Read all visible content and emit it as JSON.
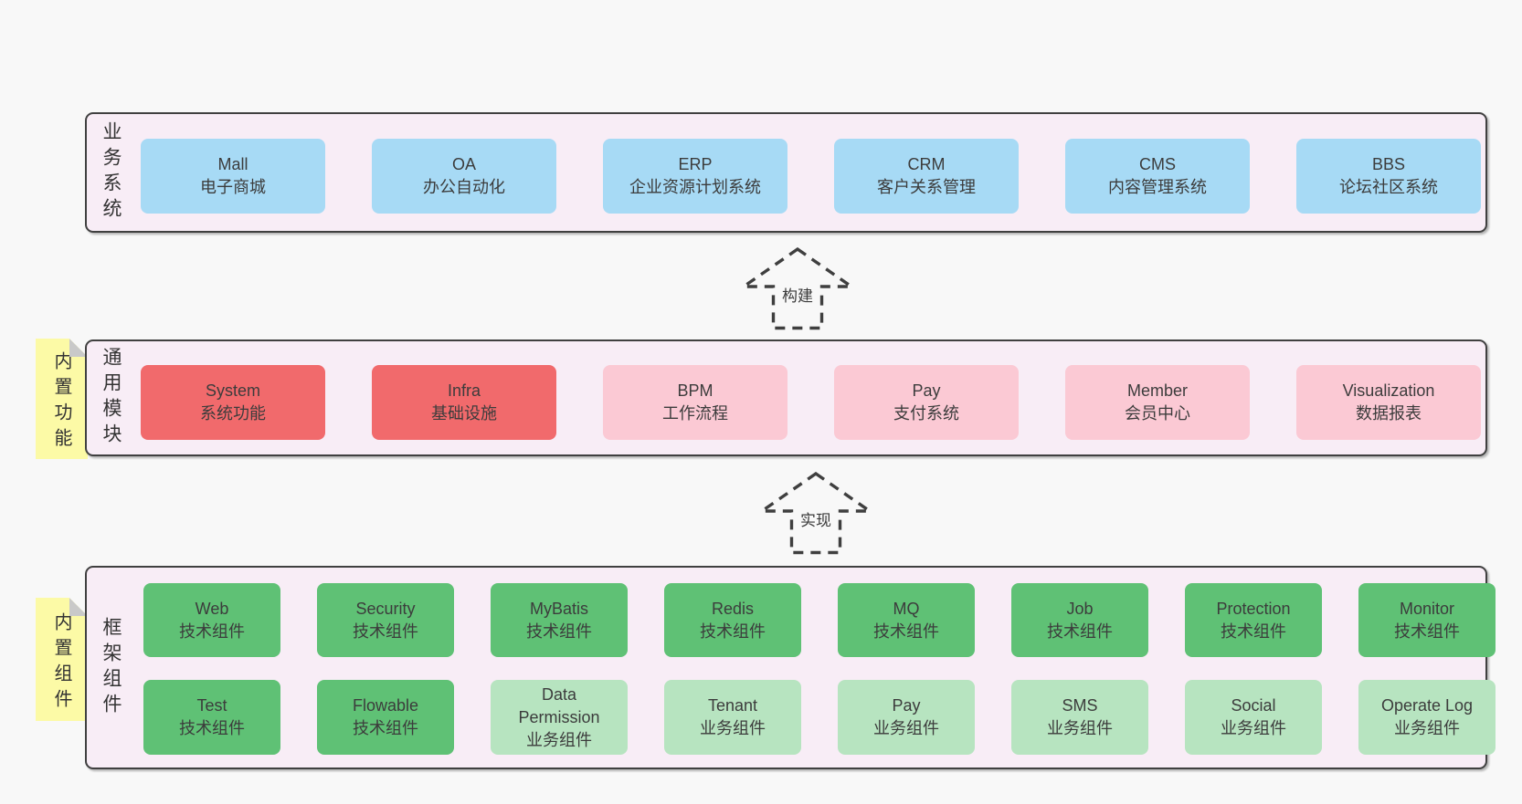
{
  "colors": {
    "page_bg": "#f8f8f8",
    "container_bg": "#f8edf6",
    "container_border": "#404040",
    "blue_box": "#a7daf5",
    "red_box": "#f16a6c",
    "pink_box": "#fbc9d4",
    "green_box": "#5fc175",
    "light_green_box": "#b7e4c0",
    "note_bg": "#fcfaa6",
    "text": "#3c3c3c"
  },
  "arrows": {
    "build": {
      "label": "构建"
    },
    "implement": {
      "label": "实现"
    }
  },
  "layers": {
    "business": {
      "label": "业务系统",
      "boxes": {
        "mall": {
          "title": "Mall",
          "subtitle": "电子商城"
        },
        "oa": {
          "title": "OA",
          "subtitle": "办公自动化"
        },
        "erp": {
          "title": "ERP",
          "subtitle": "企业资源计划系统"
        },
        "crm": {
          "title": "CRM",
          "subtitle": "客户关系管理"
        },
        "cms": {
          "title": "CMS",
          "subtitle": "内容管理系统"
        },
        "bbs": {
          "title": "BBS",
          "subtitle": "论坛社区系统"
        }
      }
    },
    "modules": {
      "label": "通用模块",
      "note": "内置功能",
      "boxes": {
        "system": {
          "title": "System",
          "subtitle": "系统功能"
        },
        "infra": {
          "title": "Infra",
          "subtitle": "基础设施"
        },
        "bpm": {
          "title": "BPM",
          "subtitle": "工作流程"
        },
        "pay": {
          "title": "Pay",
          "subtitle": "支付系统"
        },
        "member": {
          "title": "Member",
          "subtitle": "会员中心"
        },
        "visualization": {
          "title": "Visualization",
          "subtitle": "数据报表"
        }
      }
    },
    "components": {
      "label": "框架组件",
      "note": "内置组件",
      "row1": {
        "web": {
          "title": "Web",
          "subtitle": "技术组件"
        },
        "security": {
          "title": "Security",
          "subtitle": "技术组件"
        },
        "mybatis": {
          "title": "MyBatis",
          "subtitle": "技术组件"
        },
        "redis": {
          "title": "Redis",
          "subtitle": "技术组件"
        },
        "mq": {
          "title": "MQ",
          "subtitle": "技术组件"
        },
        "job": {
          "title": "Job",
          "subtitle": "技术组件"
        },
        "protection": {
          "title": "Protection",
          "subtitle": "技术组件"
        },
        "monitor": {
          "title": "Monitor",
          "subtitle": "技术组件"
        }
      },
      "row2": {
        "test": {
          "title": "Test",
          "subtitle": "技术组件"
        },
        "flowable": {
          "title": "Flowable",
          "subtitle": "技术组件"
        },
        "data_permission": {
          "title": "Data Permission",
          "subtitle": "业务组件"
        },
        "tenant": {
          "title": "Tenant",
          "subtitle": "业务组件"
        },
        "pay": {
          "title": "Pay",
          "subtitle": "业务组件"
        },
        "sms": {
          "title": "SMS",
          "subtitle": "业务组件"
        },
        "social": {
          "title": "Social",
          "subtitle": "业务组件"
        },
        "operate_log": {
          "title": "Operate Log",
          "subtitle": "业务组件"
        }
      }
    }
  }
}
